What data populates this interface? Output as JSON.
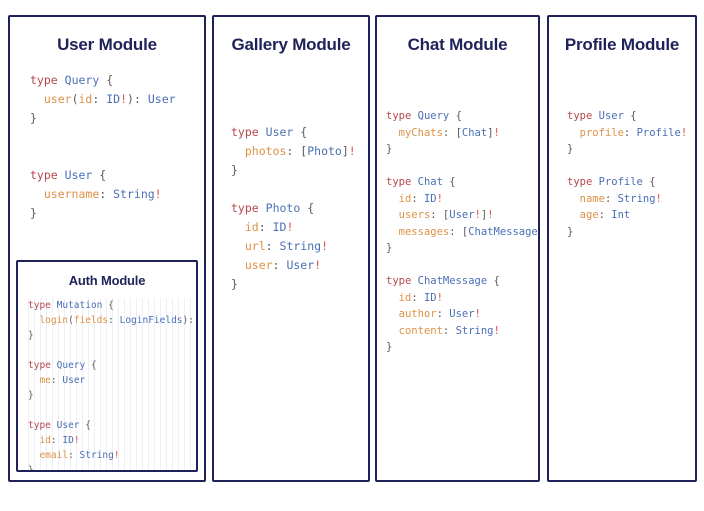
{
  "page": {
    "background_color": "#ffffff",
    "accent_color": "#1f2259"
  },
  "palette": {
    "keyword": "#b5474b",
    "type_name": "#4a6fb5",
    "field_name": "#dd9146",
    "punctuation": "#5a5a5a",
    "non_null": "#d9534f",
    "border": "#1f2259",
    "title": "#1f2259"
  },
  "modules": [
    {
      "id": "user-module",
      "title": "User Module",
      "code": "type Query {\n  user(id: ID!): User\n}\n\n\ntype User {\n  username: String!\n}",
      "nested": {
        "id": "auth-module",
        "title": "Auth Module",
        "code": "type Mutation {\n  login(fields: LoginFields): User\n}\n\ntype Query {\n  me: User\n}\n\ntype User {\n  id: ID!\n  email: String!\n}"
      }
    },
    {
      "id": "gallery-module",
      "title": "Gallery Module",
      "code": "type User {\n  photos: [Photo]!\n}\n\ntype Photo {\n  id: ID!\n  url: String!\n  user: User!\n}"
    },
    {
      "id": "chat-module",
      "title": "Chat Module",
      "code": "type Query {\n  myChats: [Chat]!\n}\n\ntype Chat {\n  id: ID!\n  users: [User!]!\n  messages: [ChatMessage]!\n}\n\ntype ChatMessage {\n  id: ID!\n  author: User!\n  content: String!\n}"
    },
    {
      "id": "profile-module",
      "title": "Profile Module",
      "code": "type User {\n  profile: Profile!\n}\n\ntype Profile {\n  name: String!\n  age: Int\n}"
    }
  ]
}
